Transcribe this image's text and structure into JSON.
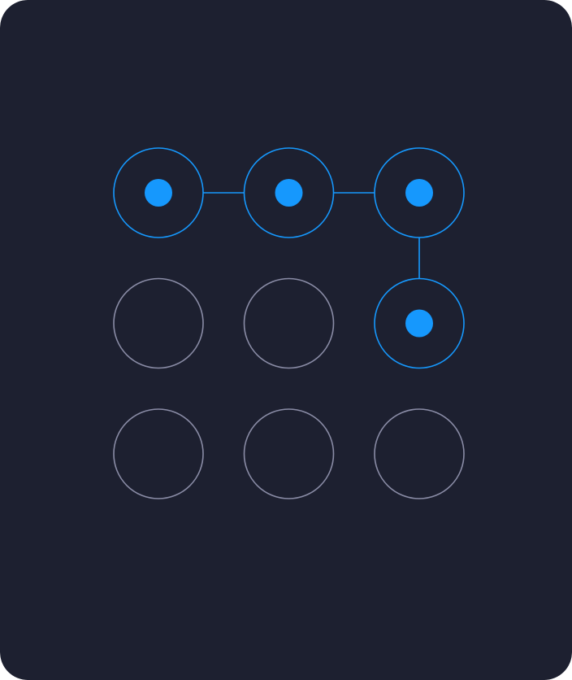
{
  "colors": {
    "background": "#1d2030",
    "active": "#1698fd",
    "inactive": "#8a8ca6"
  },
  "pattern_lock": {
    "grid_size": 3,
    "selected_sequence": [
      0,
      1,
      2,
      5
    ],
    "dots": [
      {
        "index": 0,
        "selected": true
      },
      {
        "index": 1,
        "selected": true
      },
      {
        "index": 2,
        "selected": true
      },
      {
        "index": 3,
        "selected": false
      },
      {
        "index": 4,
        "selected": false
      },
      {
        "index": 5,
        "selected": true
      },
      {
        "index": 6,
        "selected": false
      },
      {
        "index": 7,
        "selected": false
      },
      {
        "index": 8,
        "selected": false
      }
    ]
  }
}
